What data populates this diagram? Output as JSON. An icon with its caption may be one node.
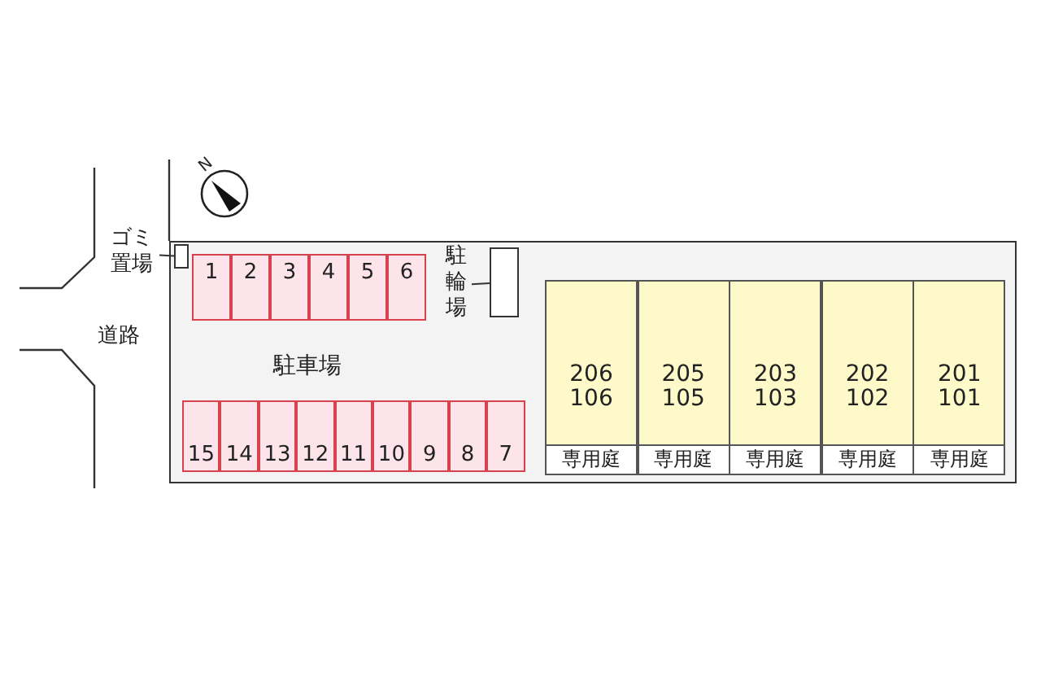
{
  "diagram": {
    "nodes": [
      {
        "text": [],
        "shape": "box"
      },
      {
        "text": [
          "ゴミ置場"
        ]
      },
      {
        "text": [],
        "shape": "box",
        "in": 0
      },
      {
        "text": [
          "1"
        ],
        "in": 0
      },
      {
        "text": [
          "2"
        ],
        "in": 0
      },
      {
        "text": [
          "3"
        ],
        "in": 0
      },
      {
        "text": [
          "4"
        ],
        "in": 0
      },
      {
        "text": [
          "5"
        ],
        "in": 0
      },
      {
        "text": [
          "6"
        ],
        "in": 0
      },
      {
        "text": [
          "駐輪場"
        ],
        "in": 0
      },
      {
        "text": [],
        "shape": "box",
        "in": 0
      },
      {
        "text": [
          "15"
        ],
        "in": 0
      },
      {
        "text": [
          "14"
        ],
        "in": 0
      },
      {
        "text": [
          "13"
        ],
        "in": 0
      },
      {
        "text": [
          "12"
        ],
        "in": 0
      },
      {
        "text": [
          "11"
        ],
        "in": 0
      },
      {
        "text": [
          "10"
        ],
        "in": 0
      },
      {
        "text": [
          "9"
        ],
        "in": 0
      },
      {
        "text": [
          "8"
        ],
        "in": 0
      },
      {
        "text": [
          "7"
        ],
        "in": 0
      },
      {
        "text": [
          "206",
          "106"
        ],
        "in": 0
      },
      {
        "text": [
          "専用庭"
        ],
        "in": 20
      },
      {
        "text": [
          "205",
          "105"
        ],
        "in": 0
      },
      {
        "text": [
          "専用庭"
        ],
        "in": 22
      },
      {
        "text": [
          "203",
          "103"
        ],
        "in": 0
      },
      {
        "text": [
          "専用庭"
        ],
        "in": 24
      },
      {
        "text": [
          "202",
          "102"
        ],
        "in": 0
      },
      {
        "text": [
          "専用庭"
        ],
        "in": 26
      },
      {
        "text": [
          "201",
          "101"
        ],
        "in": 0
      },
      {
        "text": [
          "専用庭"
        ],
        "in": 28
      }
    ],
    "edges": [
      {
        "from": 1,
        "to": 2,
        "arrow": "none"
      },
      {
        "from": 9,
        "to": 10,
        "arrow": "none"
      }
    ],
    "labels": [
      "N",
      "道路",
      "駐車場"
    ]
  }
}
